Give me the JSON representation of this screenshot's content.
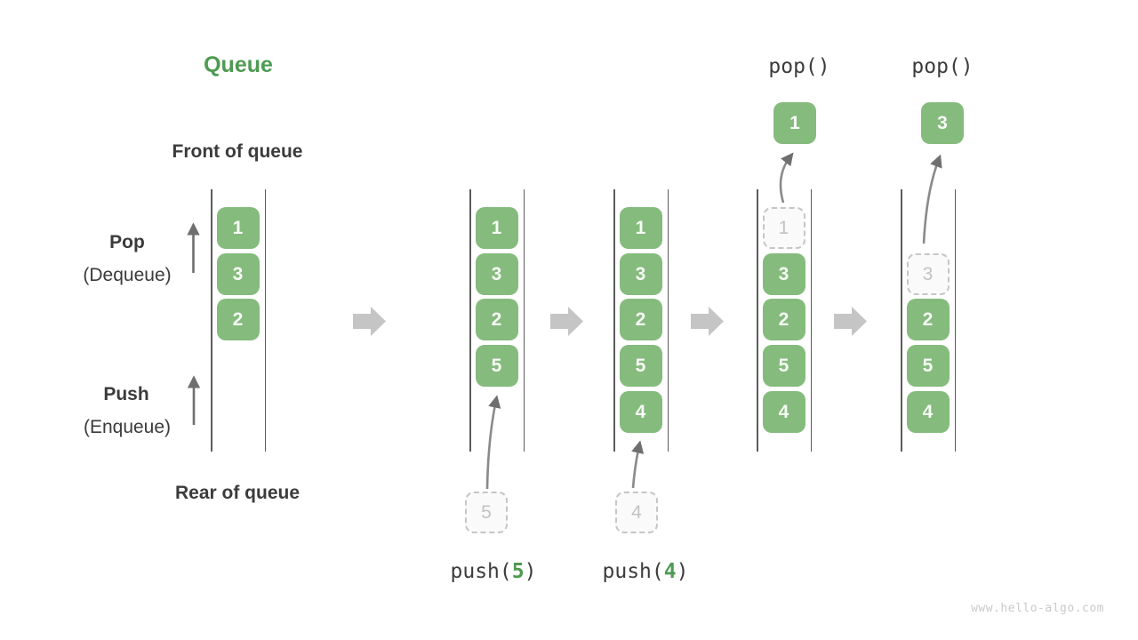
{
  "title": "Queue",
  "watermark": "www.hello-algo.com",
  "labels": {
    "front": "Front of queue",
    "rear": "Rear of queue",
    "pop": "Pop",
    "pop_sub": "(Dequeue)",
    "push": "Push",
    "push_sub": "(Enqueue)"
  },
  "colors": {
    "item_green": "#85bb7d",
    "title_green": "#4e9a52",
    "label_dark": "#3b3b3b",
    "ghost_gray": "#c6c6c6",
    "arrow_gray": "#7b7b7b",
    "flow_arrow_gray": "#c5c5c5"
  },
  "states": [
    {
      "name": "initial",
      "items": [
        "1",
        "3",
        "2"
      ]
    },
    {
      "name": "after-push-5",
      "items": [
        "1",
        "3",
        "2",
        "5"
      ],
      "incoming": "5",
      "op_fn": "push(",
      "op_arg": "5",
      "op_close": ")"
    },
    {
      "name": "after-push-4",
      "items": [
        "1",
        "3",
        "2",
        "5",
        "4"
      ],
      "incoming": "4",
      "op_fn": "push(",
      "op_arg": "4",
      "op_close": ")"
    },
    {
      "name": "after-pop-1",
      "op": "pop()",
      "popped": "1",
      "ghost": "1",
      "items": [
        "3",
        "2",
        "5",
        "4"
      ]
    },
    {
      "name": "after-pop-3",
      "op": "pop()",
      "popped": "3",
      "ghost": "3",
      "items": [
        "2",
        "5",
        "4"
      ]
    }
  ]
}
